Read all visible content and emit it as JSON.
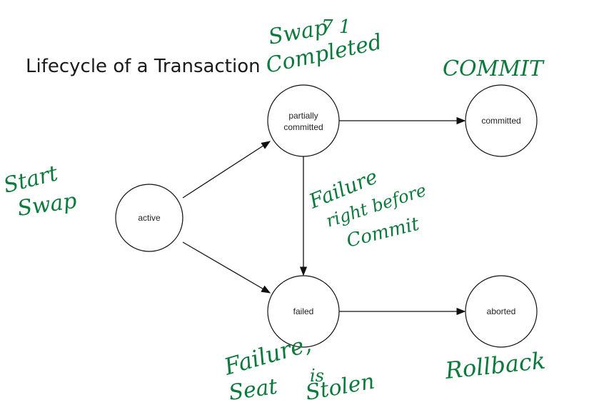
{
  "title": "Lifecycle of a Transaction",
  "states": {
    "active": "active",
    "partially_committed_line1": "partially",
    "partially_committed_line2": "committed",
    "committed": "committed",
    "failed": "failed",
    "aborted": "aborted"
  },
  "annotations": {
    "swap_line1": "Swap ",
    "swap_line2": "Completed",
    "commit": "COMMIT",
    "start_line1": "Start",
    "start_line2": "Swap",
    "failure_line1": "Failure",
    "failure_line2": "right before",
    "failure_line3": "Commit",
    "failure_seat_line1": "Failure,",
    "failure_seat_line2": "Seat",
    "failure_seat_is": "is",
    "failure_seat_stolen": "Stolen",
    "rollback": "Rollback"
  },
  "colors": {
    "ink": "#0b7a3b",
    "stroke": "#111111"
  }
}
